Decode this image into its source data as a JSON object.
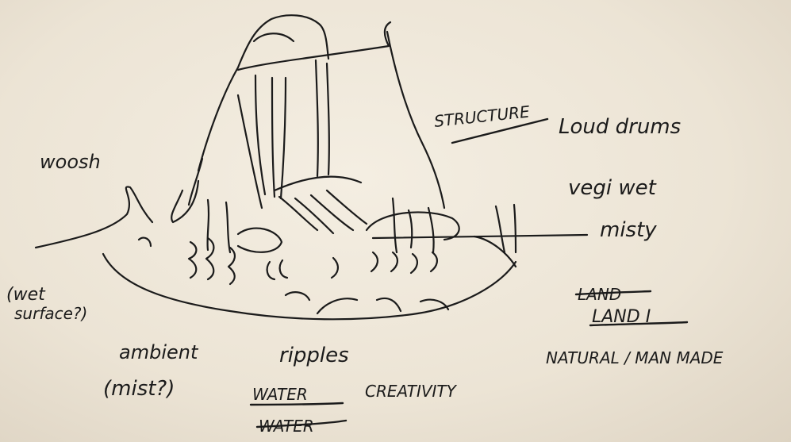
{
  "sketch": {
    "labels": {
      "woosh": "woosh",
      "structure": "STRUCTURE",
      "loud_drums": "Loud drums",
      "vegi_wet": "vegi wet",
      "misty": "misty",
      "wet_surface_line1": "(wet",
      "wet_surface_line2": "surface?)",
      "land_struck": "LAND",
      "land": "LAND I",
      "natural_manmade": "NATURAL / MAN MADE",
      "ambient": "ambient",
      "mist": "(mist?)",
      "ripples": "ripples",
      "water": "WATER",
      "water_struck": "WATER",
      "creativity": "CREATIVITY"
    }
  },
  "colors": {
    "ink": "#1b1b1b",
    "paper": "#f1ebdf"
  }
}
